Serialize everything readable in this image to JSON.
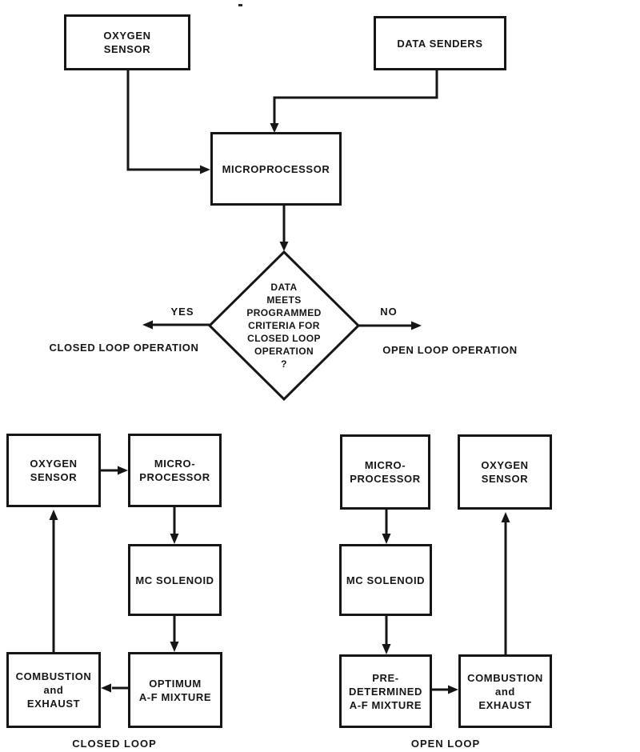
{
  "diagram": {
    "ink_color": "#161616",
    "top": {
      "oxygen_sensor": "OXYGEN\nSENSOR",
      "data_senders": "DATA SENDERS",
      "microprocessor": "MICROPROCESSOR",
      "decision": "DATA\nMEETS\nPROGRAMMED\nCRITERIA FOR\nCLOSED LOOP\nOPERATION\n?",
      "yes_label": "YES",
      "no_label": "NO",
      "closed_branch_label": "CLOSED LOOP OPERATION",
      "open_branch_label": "OPEN LOOP OPERATION"
    },
    "closed_loop": {
      "oxygen_sensor": "OXYGEN\nSENSOR",
      "microprocessor": "MICRO-\nPROCESSOR",
      "mc_solenoid": "MC SOLENOID",
      "combustion_exhaust": "COMBUSTION\nand\nEXHAUST",
      "optimum_mixture": "OPTIMUM\nA-F MIXTURE",
      "caption": "CLOSED LOOP"
    },
    "open_loop": {
      "microprocessor": "MICRO-\nPROCESSOR",
      "oxygen_sensor": "OXYGEN\nSENSOR",
      "mc_solenoid": "MC SOLENOID",
      "predetermined_mixture": "PRE-\nDETERMINED\nA-F MIXTURE",
      "combustion_exhaust": "COMBUSTION\nand\nEXHAUST",
      "caption": "OPEN LOOP"
    }
  }
}
